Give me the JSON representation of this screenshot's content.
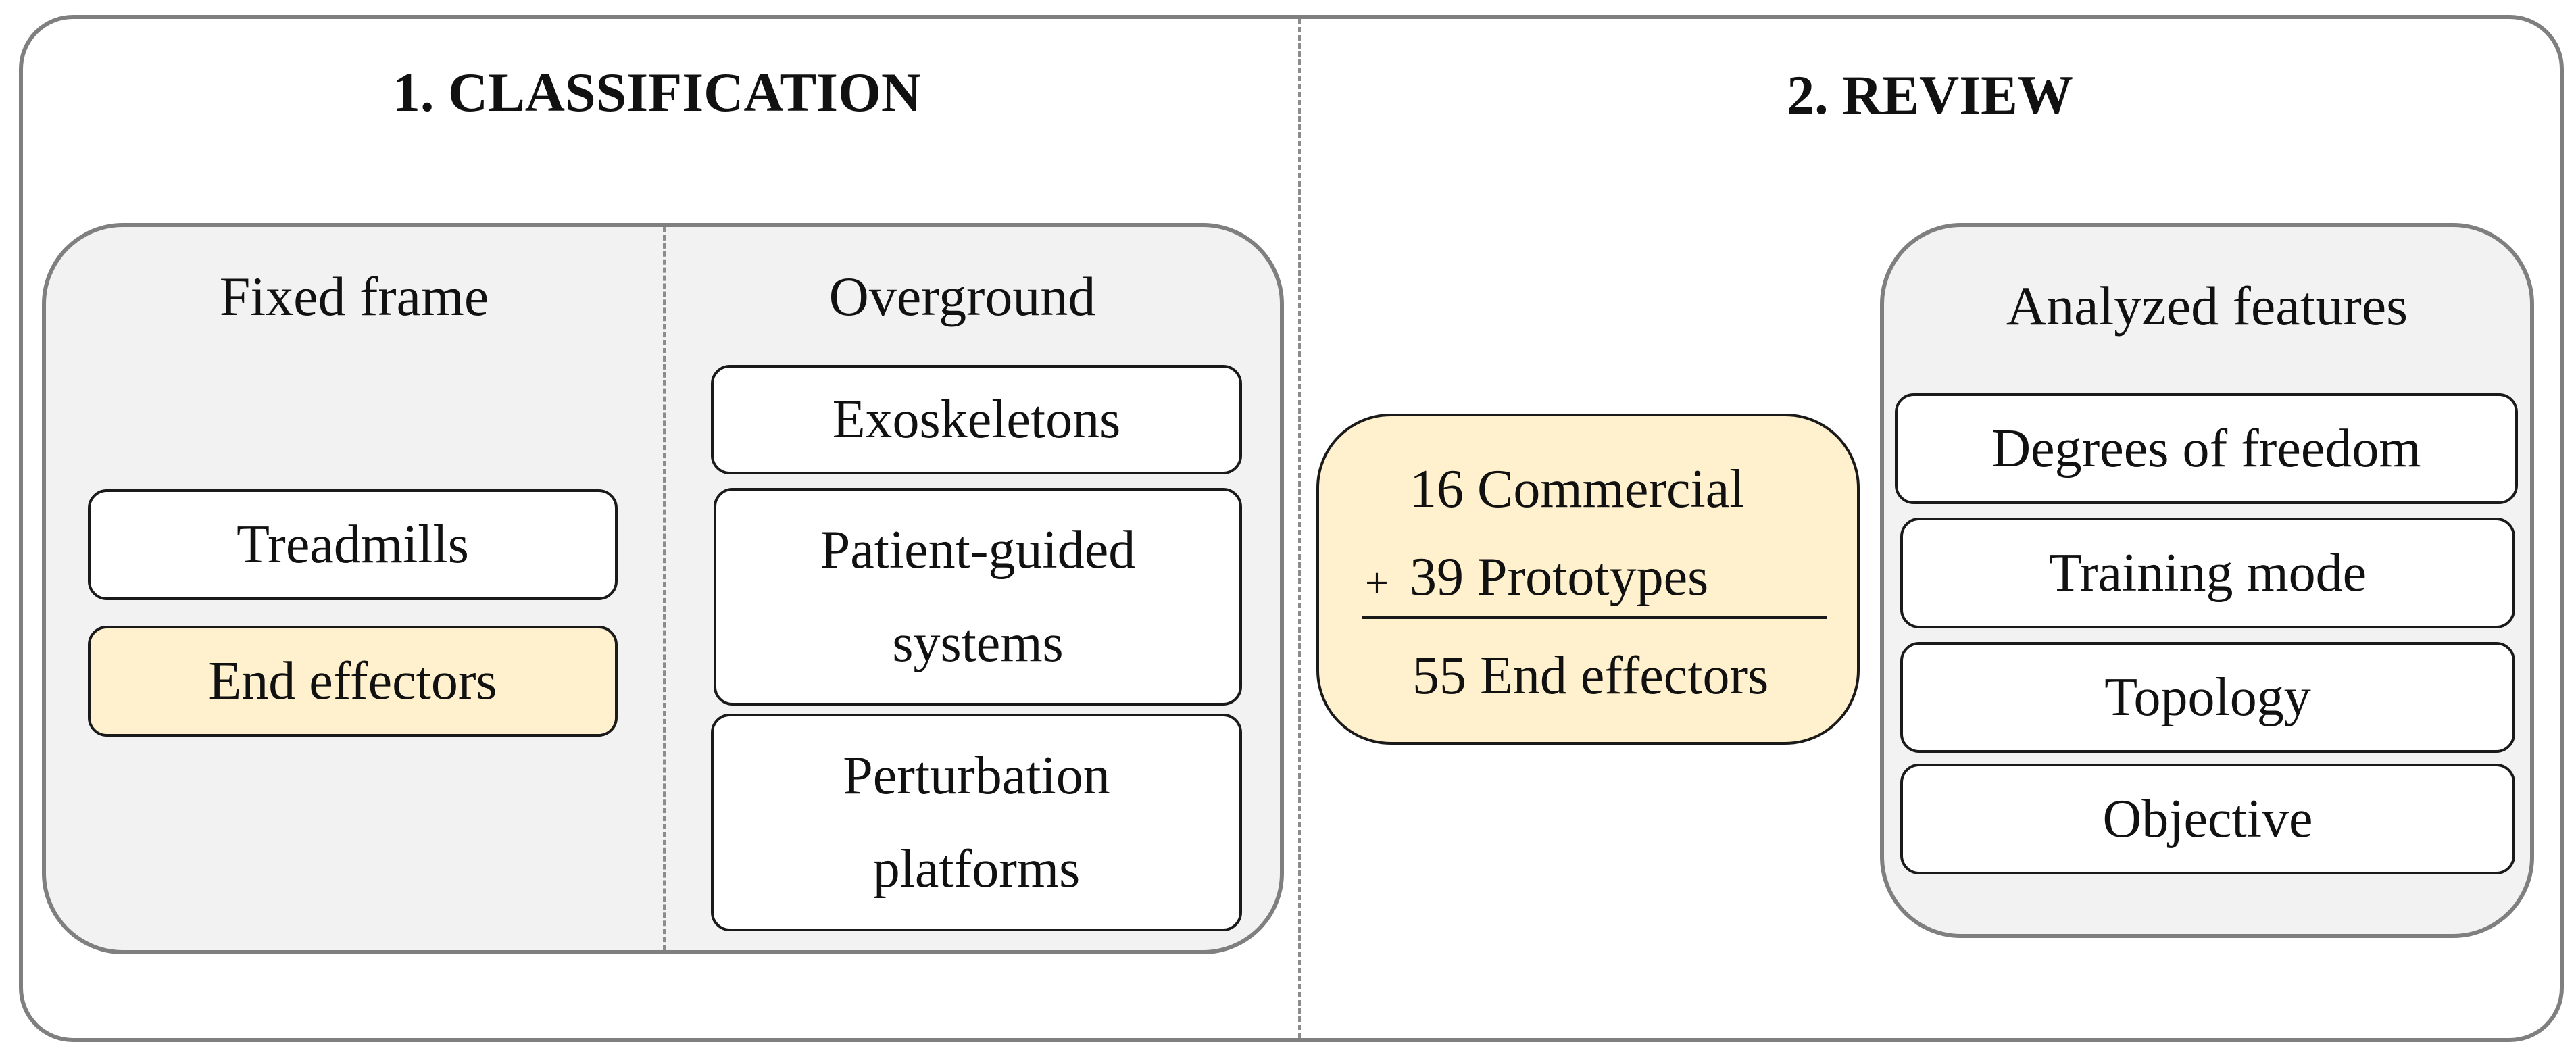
{
  "classification": {
    "title": "1. CLASSIFICATION",
    "fixed_frame": {
      "heading": "Fixed frame",
      "items": [
        {
          "label": "Treadmills",
          "highlighted": false
        },
        {
          "label": "End effectors",
          "highlighted": true
        }
      ]
    },
    "overground": {
      "heading": "Overground",
      "items": [
        {
          "lines": [
            "Exoskeletons"
          ]
        },
        {
          "lines": [
            "Patient-guided",
            "systems"
          ]
        },
        {
          "lines": [
            "Perturbation",
            "platforms"
          ]
        }
      ]
    }
  },
  "review": {
    "title": "2. REVIEW",
    "summary": {
      "commercial": "16 Commercial",
      "operator": "+",
      "prototypes": "39 Prototypes",
      "total": "55 End effectors"
    },
    "features": {
      "heading": "Analyzed features",
      "items": [
        "Degrees of freedom",
        "Training mode",
        "Topology",
        "Objective"
      ]
    }
  },
  "colors": {
    "highlight": "#fff1cd",
    "panel": "#f2f2f2",
    "frame_border": "#7f7f7f",
    "box_border": "#1a1a1a"
  }
}
